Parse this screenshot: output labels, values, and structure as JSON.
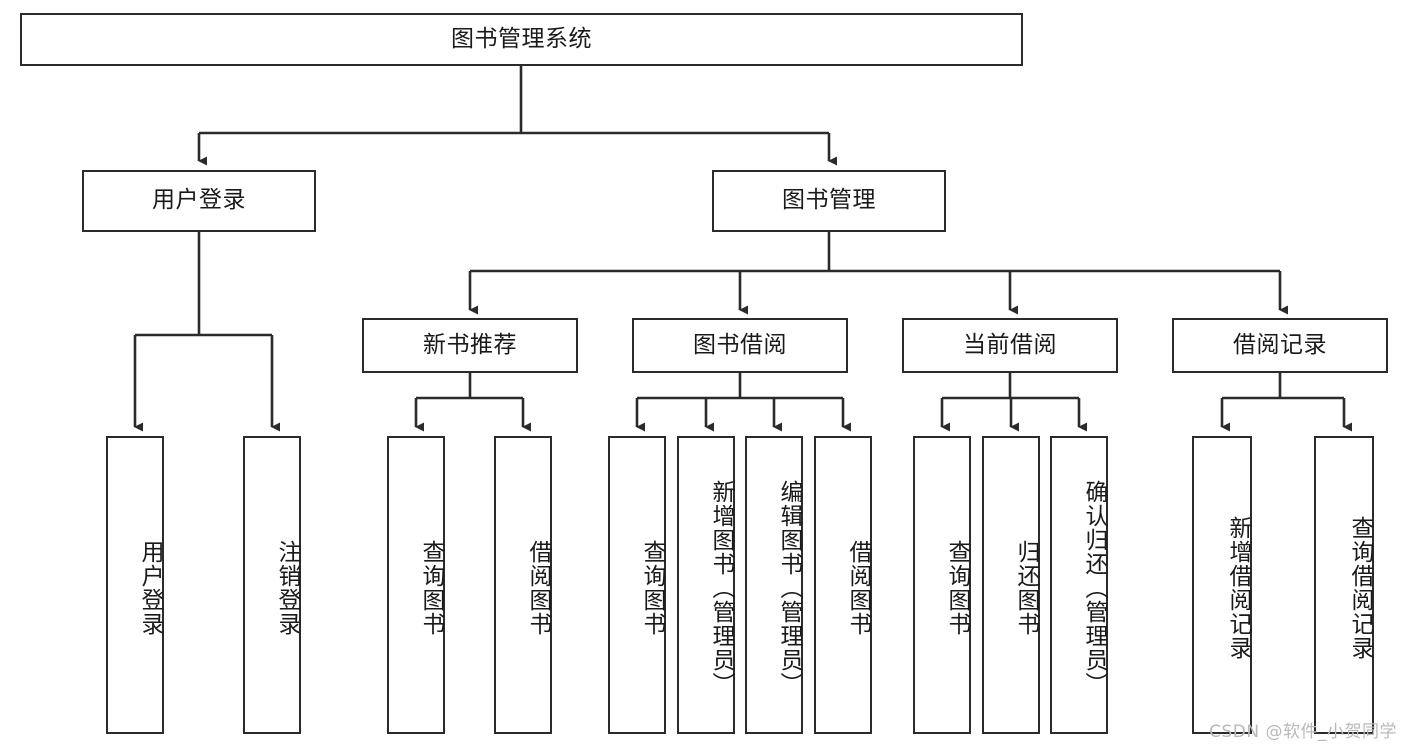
{
  "diagram": {
    "title": "图书管理系统",
    "watermark": "CSDN @软件_小贺同学",
    "colors": {
      "stroke": "#2b2b2b",
      "fill": "#ffffff",
      "text": "#1a1a1a",
      "watermark": "#b9b9b9"
    },
    "root": {
      "label": "图书管理系统"
    },
    "level2": [
      {
        "label": "用户登录"
      },
      {
        "label": "图书管理"
      }
    ],
    "level3": [
      {
        "label": "新书推荐"
      },
      {
        "label": "图书借阅"
      },
      {
        "label": "当前借阅"
      },
      {
        "label": "借阅记录"
      }
    ],
    "leaves": {
      "user_login": [
        {
          "label": "用户登录"
        },
        {
          "label": "注销登录"
        }
      ],
      "new_book": [
        {
          "label": "查询图书"
        },
        {
          "label": "借阅图书"
        }
      ],
      "book_borrow": [
        {
          "label": "查询图书"
        },
        {
          "label": "新增图书（管理员）"
        },
        {
          "label": "编辑图书（管理员）"
        },
        {
          "label": "借阅图书"
        }
      ],
      "current_borrow": [
        {
          "label": "查询图书"
        },
        {
          "label": "归还图书"
        },
        {
          "label": "确认归还（管理员）"
        }
      ],
      "borrow_record": [
        {
          "label": "新增借阅记录"
        },
        {
          "label": "查询借阅记录"
        }
      ]
    }
  }
}
